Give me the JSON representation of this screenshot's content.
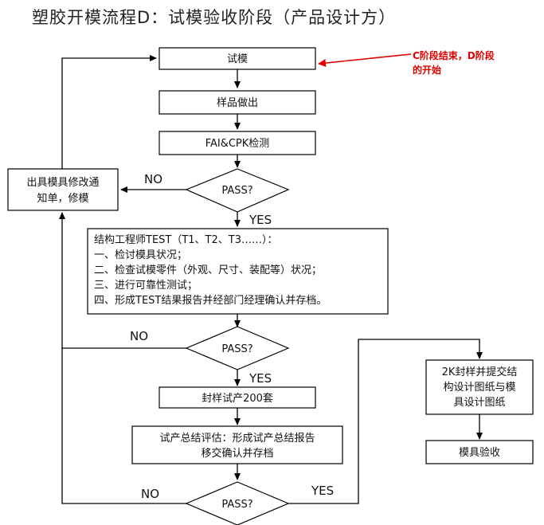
{
  "title": "塑胶开模流程D：试模验收阶段（产品设计方）",
  "nodes": {
    "trial_mold": "试模",
    "sample_making": "样品做出",
    "fai_cpk": "FAI&CPK检测",
    "pass1": "PASS?",
    "mold_modify": [
      "出具模具修改通",
      "知单，修模"
    ],
    "test_list": [
      "结构工程师TEST（T1、T2、T3……）：",
      "一、检讨模具状况；",
      "二、检查试模零件（外观、尺寸、装配等）状况；",
      "三、进行可靠性测试；",
      "四、形成TEST结果报告并经部门经理确认并存档。"
    ],
    "pass2": "PASS?",
    "seal_samples": "封样试产200套",
    "trial_summary": [
      "试产总结评估：形成试产总结报告",
      "移交确认并存档"
    ],
    "pass3": "PASS?",
    "submit_drawings": [
      "2K封样并提交结",
      "构设计图纸与模",
      "具设计图纸"
    ],
    "mold_acceptance": "模具验收"
  },
  "labels": {
    "no1": "NO",
    "yes1": "YES",
    "no2": "NO",
    "yes2": "YES",
    "no3": "NO",
    "yes3": "YES"
  },
  "annotation": [
    "C阶段结束，D阶段",
    "的开始"
  ],
  "colors": {
    "line": "#000000",
    "annotation": "#e00000"
  }
}
